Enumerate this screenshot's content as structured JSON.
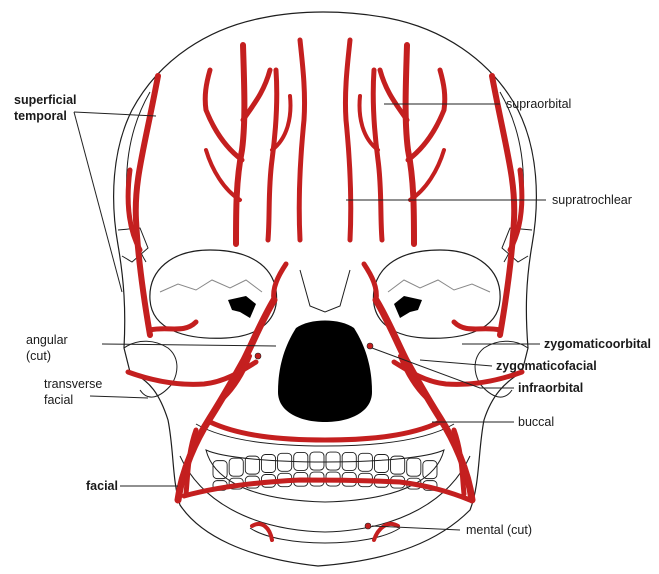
{
  "colors": {
    "artery": "#c41f1f",
    "bone_outline": "#1e1e1e",
    "cavity": "#000000"
  },
  "labels": {
    "superficial_temporal_1": "superficial",
    "superficial_temporal_2": "temporal",
    "supraorbital": "supraorbital",
    "supratrochlear": "supratrochlear",
    "angular_1": "angular",
    "angular_2": "(cut)",
    "transverse_facial_1": "transverse",
    "transverse_facial_2": "facial",
    "zygomaticoorbital": "zygomaticoorbital",
    "zygomaticofacial": "zygomaticofacial",
    "infraorbital": "infraorbital",
    "buccal": "buccal",
    "facial": "facial",
    "mental": "mental (cut)"
  }
}
